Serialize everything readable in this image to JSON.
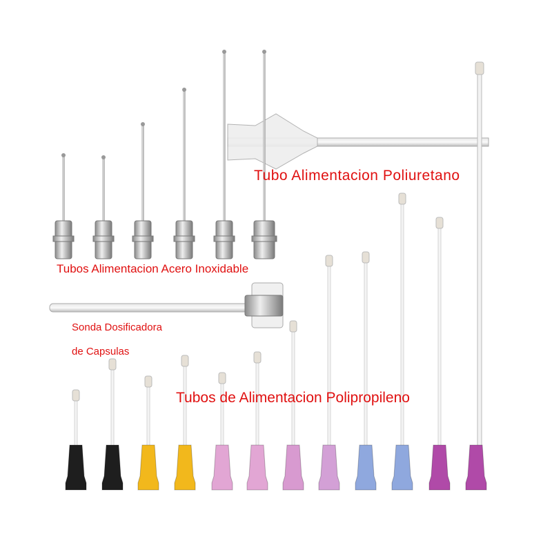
{
  "labels": {
    "polyurethane": "Tubo Alimentacion Poliuretano",
    "stainless_steel": "Tubos Alimentacion Acero Inoxidable",
    "capsule_doser_line1": "Sonda Dosificadora",
    "capsule_doser_line2": "de Capsulas",
    "polypropylene": "Tubos de Alimentacion Polipropileno"
  },
  "colors": {
    "label_text": "#e01010",
    "hub_colors": [
      "#1e1e1e",
      "#1e1e1e",
      "#f2b81c",
      "#f2b81c",
      "#e2a6d4",
      "#e2a6d4",
      "#d89ad0",
      "#d3a0d6",
      "#8fa8de",
      "#8fa8de",
      "#b04aa8",
      "#b04aa8"
    ]
  }
}
